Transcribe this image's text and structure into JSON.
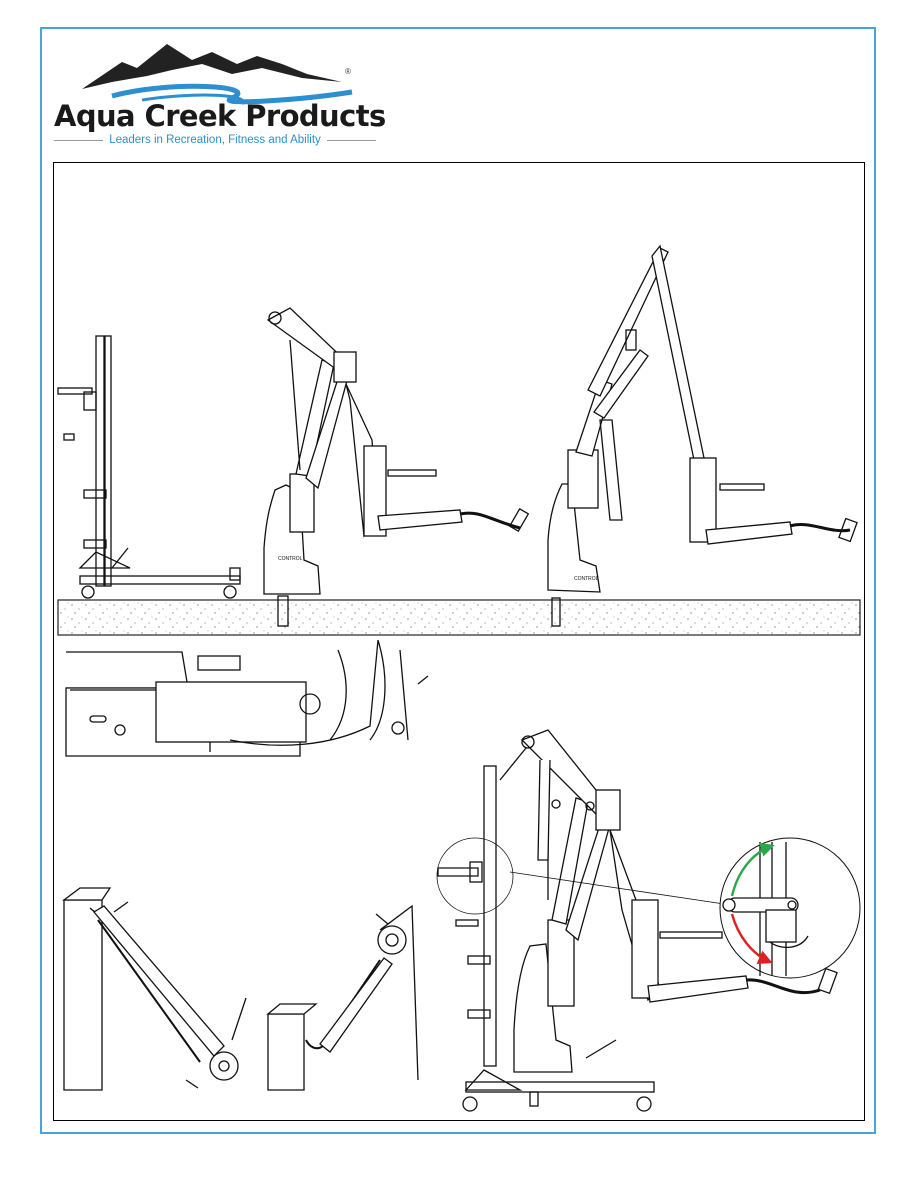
{
  "header": {
    "brand_name": "Aqua Creek Products",
    "tagline": "Leaders in Recreation, Fitness and Ability",
    "registered_mark": "®"
  },
  "colors": {
    "frame_border": "#4aa3df",
    "logo_water": "#2d8fd0",
    "arrow_up": "#2aa84a",
    "arrow_down": "#e02020"
  },
  "labels": {
    "control_plate_1": "CONTROL",
    "control_plate_2": "CONTROL"
  },
  "icons": [
    "mountain-logo-icon",
    "rotation-arrow-green-icon",
    "rotation-arrow-red-icon"
  ]
}
